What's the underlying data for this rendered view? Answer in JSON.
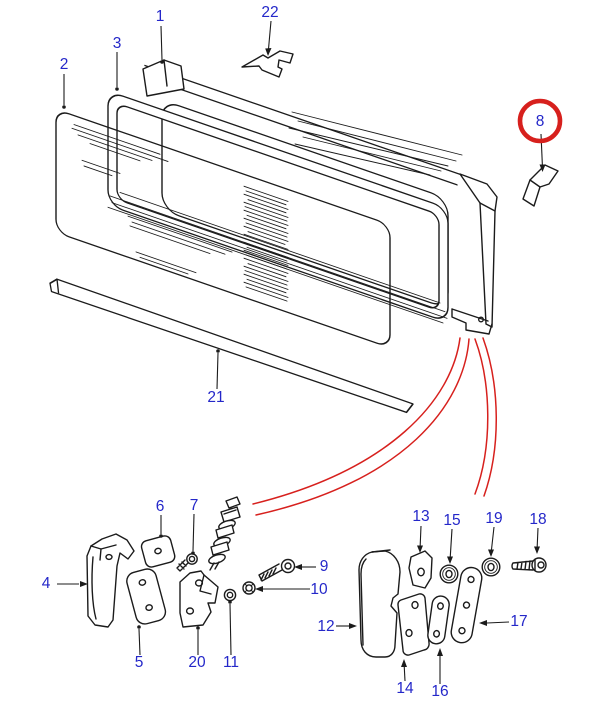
{
  "diagram": {
    "type": "exploded-parts-diagram",
    "background": "#ffffff",
    "colors": {
      "line": "#1b1b1b",
      "label": "#2427c9",
      "highlight": "#d7201d"
    },
    "highlight": {
      "circled_callout": "8"
    },
    "callouts": [
      {
        "label": "1"
      },
      {
        "label": "2"
      },
      {
        "label": "3"
      },
      {
        "label": "21"
      },
      {
        "label": "22"
      },
      {
        "label": "8"
      },
      {
        "label": "4"
      },
      {
        "label": "5"
      },
      {
        "label": "6"
      },
      {
        "label": "7"
      },
      {
        "label": "20"
      },
      {
        "label": "11"
      },
      {
        "label": "10"
      },
      {
        "label": "9"
      },
      {
        "label": "12"
      },
      {
        "label": "13"
      },
      {
        "label": "14"
      },
      {
        "label": "15"
      },
      {
        "label": "16"
      },
      {
        "label": "17"
      },
      {
        "label": "18"
      },
      {
        "label": "19"
      }
    ]
  }
}
